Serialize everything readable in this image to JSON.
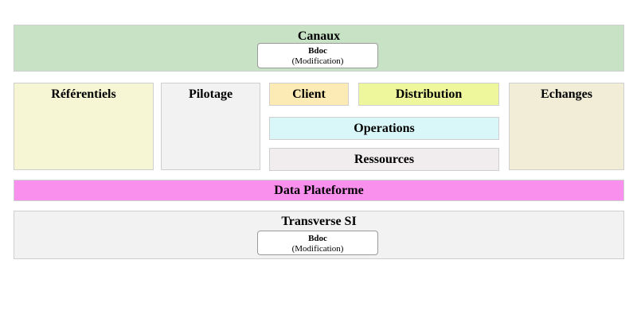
{
  "diagram": {
    "canaux": {
      "label": "Canaux",
      "bg": "#c7e2c5",
      "box": {
        "name": "Bdoc",
        "detail": "(Modification)"
      }
    },
    "blocks": {
      "referentiels": {
        "label": "Référentiels",
        "bg": "#f6f6d4"
      },
      "pilotage": {
        "label": "Pilotage",
        "bg": "#f2f2f2"
      },
      "client": {
        "label": "Client",
        "bg": "#fcebb4"
      },
      "distribution": {
        "label": "Distribution",
        "bg": "#eff79d"
      },
      "operations": {
        "label": "Operations",
        "bg": "#d9f6f8"
      },
      "ressources": {
        "label": "Ressources",
        "bg": "#f1edee"
      },
      "echanges": {
        "label": "Echanges",
        "bg": "#f1edd7"
      }
    },
    "data_plateforme": {
      "label": "Data Plateforme",
      "bg": "#fa90ee"
    },
    "transverse": {
      "label": "Transverse SI",
      "bg": "#f2f2f2",
      "box": {
        "name": "Bdoc",
        "detail": "(Modification)"
      }
    },
    "colors": {
      "block_border": "#cfcfcf",
      "sub_box_border": "#9a9a9a",
      "sub_box_bg": "#ffffff",
      "text": "#000000",
      "page_bg": "#ffffff"
    }
  }
}
